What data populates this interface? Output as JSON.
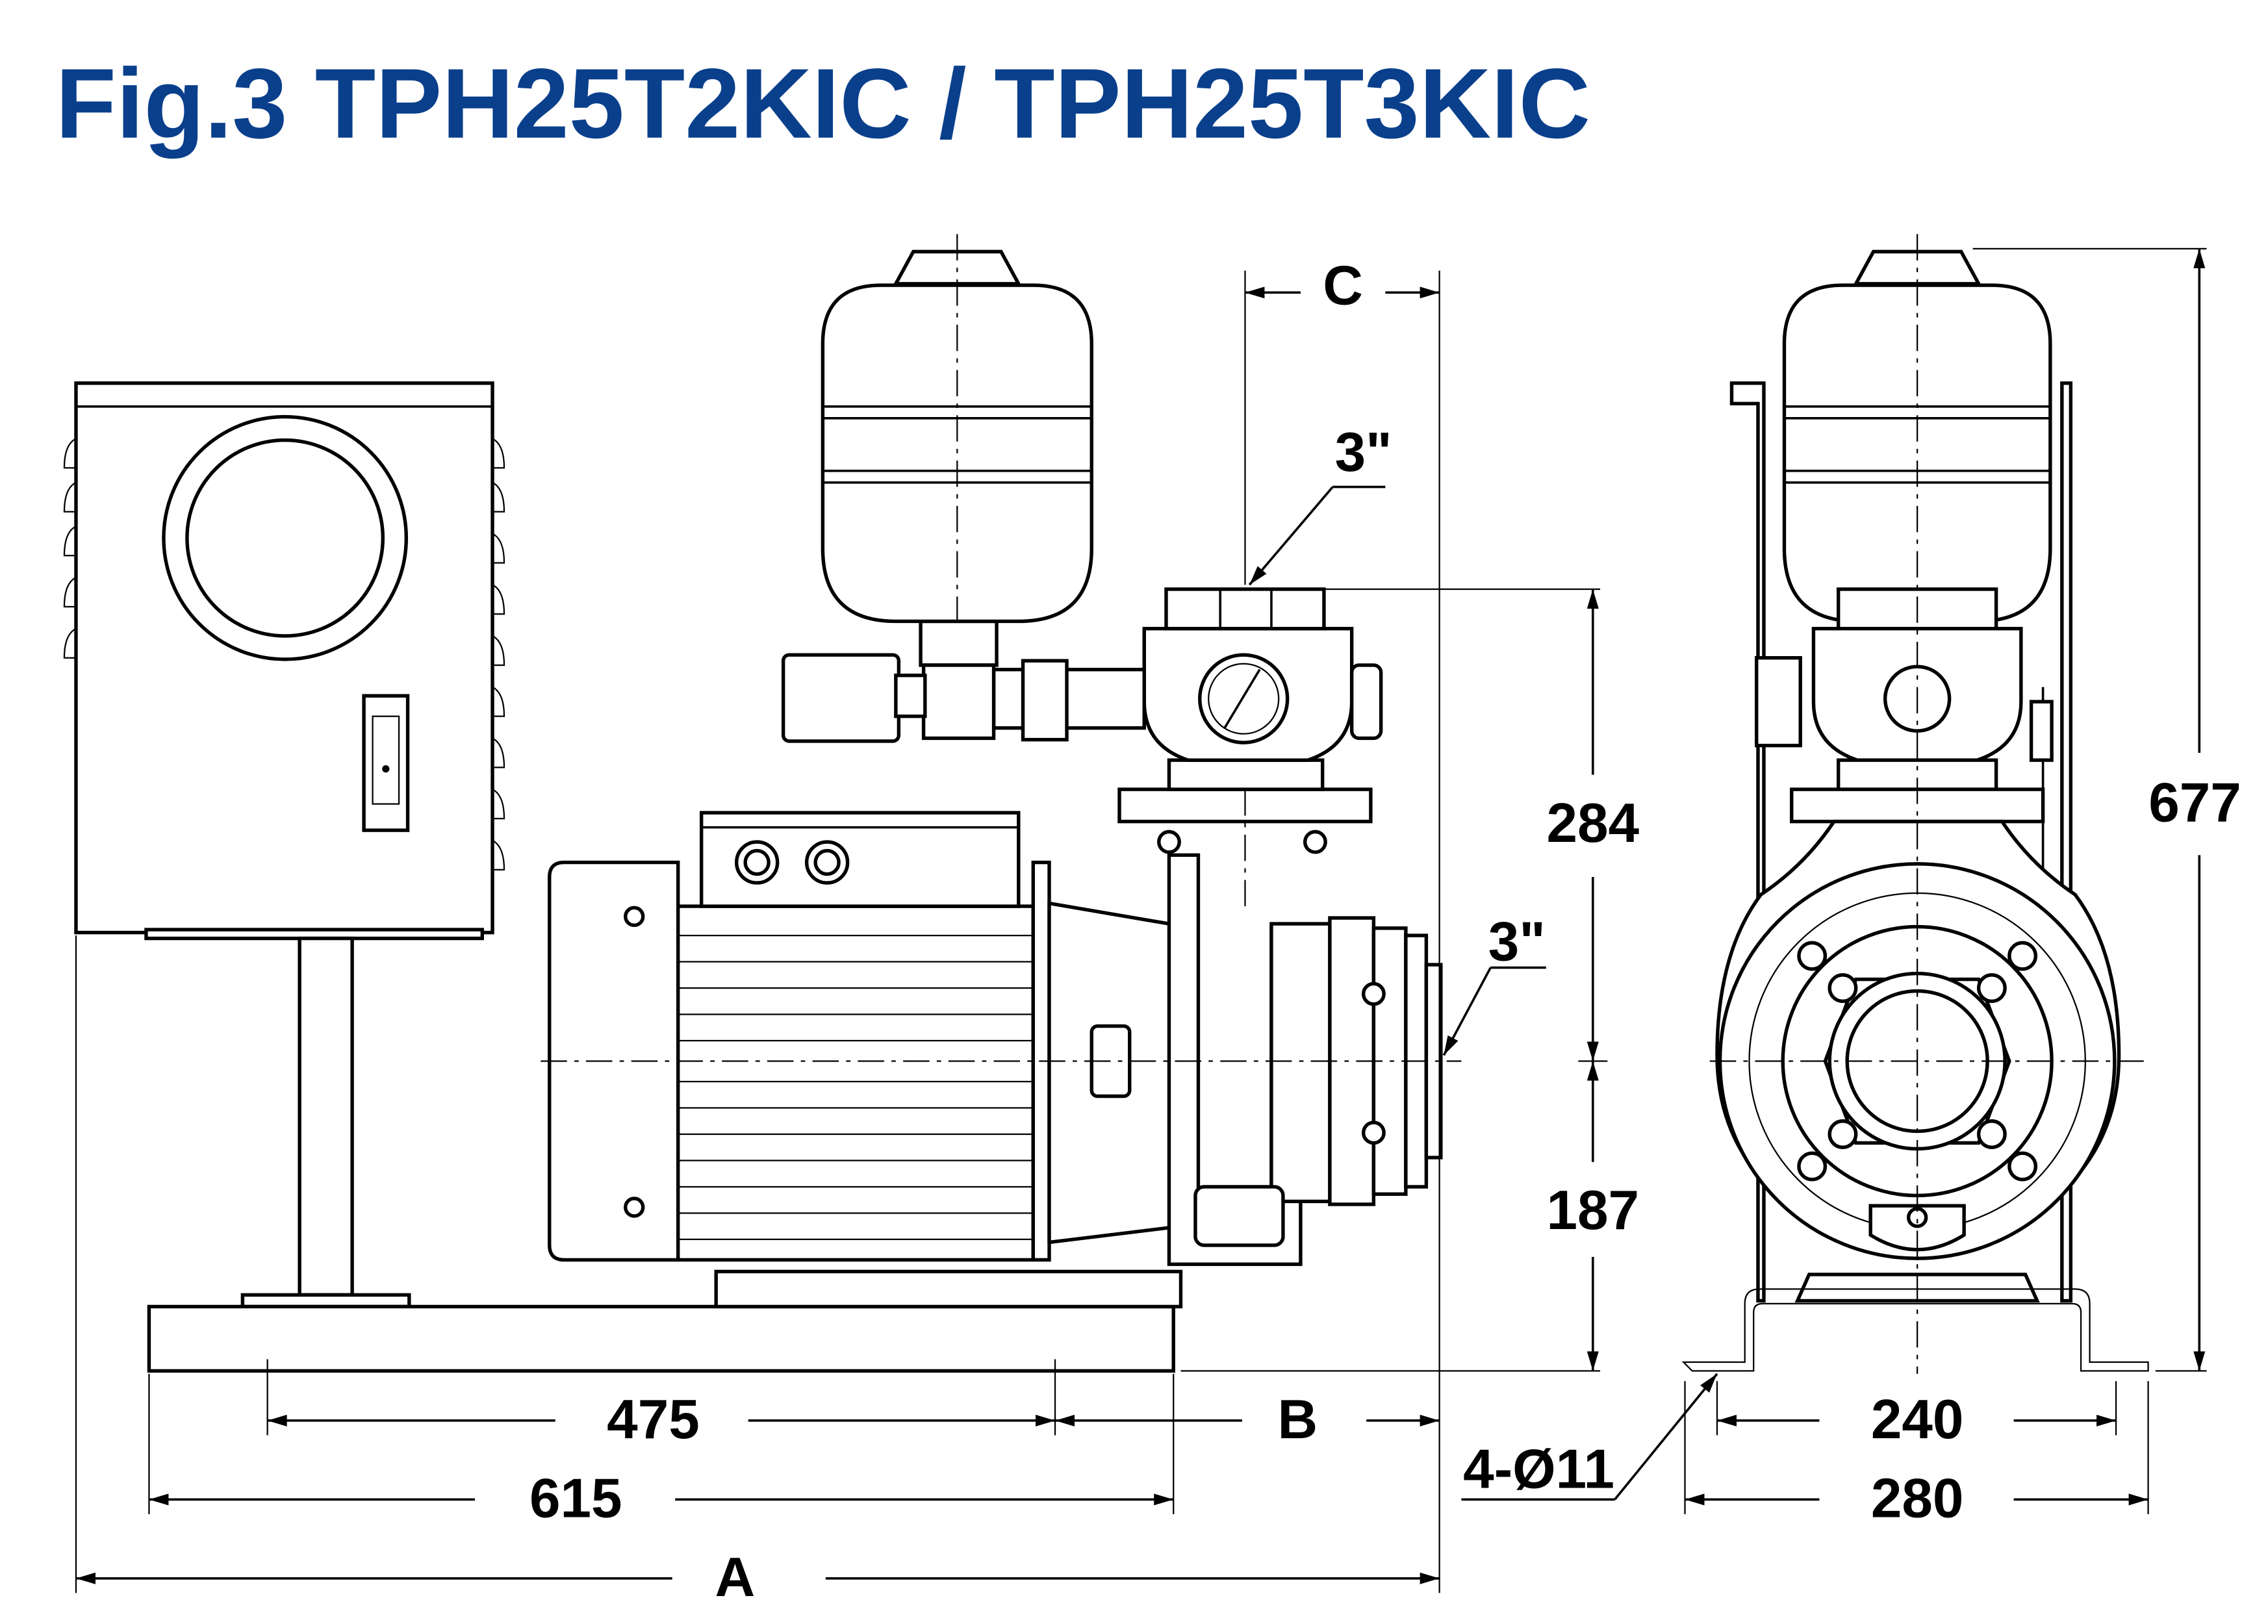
{
  "title": "Fig.3  TPH25T2KIC / TPH25T3KIC",
  "colors": {
    "title": "#0a3f8c",
    "lines": "#000000"
  },
  "dimensions": {
    "c": "C",
    "outlet_size": "3\"",
    "inlet_size": "3\"",
    "h_outlet": "284",
    "h_center": "187",
    "base_holes": "475",
    "b": "B",
    "base_length": "615",
    "a": "A",
    "total_height": "677",
    "hole_spacing": "240",
    "base_width": "280",
    "holes": "4-Ø11"
  }
}
